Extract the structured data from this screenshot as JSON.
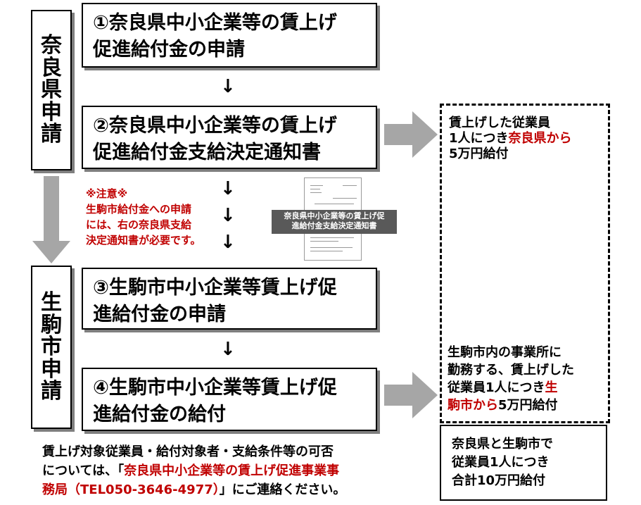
{
  "left_labels": {
    "nara": "奈良県申請",
    "ikoma": "生駒市申請"
  },
  "steps": {
    "step1": "①奈良県中小企業等の賃上げ\n促進給付金の申請",
    "step2": "②奈良県中小企業等の賃上げ\n促進給付金支給決定通知書",
    "step3": "③生駒市中小企業等賃上げ促\n進給付金の申請",
    "step4": "④生駒市中小企業等賃上げ促\n進給付金の給付"
  },
  "arrow_glyph": "↓",
  "note": {
    "title": "※注意※",
    "body": "生駒市給付金への申請\nには、右の奈良県支給\n決定通知書が必要です。"
  },
  "document_thumbnail": {
    "banner": "奈良県中小企業等の賃上げ促\n進給付金支給決定通知書"
  },
  "right_panel": {
    "block1": {
      "line1": "賃上げした従業員",
      "line2_pre": "1人につき",
      "line2_red": "奈良県から",
      "line3": "5万円給付"
    },
    "block2": {
      "line1": "生駒市内の事業所に",
      "line2": "勤務する、賃上げした",
      "line3_pre": "従業員1人につき",
      "line3_red": "生",
      "line4_red": "駒市から",
      "line4_post": "5万円給付"
    },
    "summary": {
      "line1": "奈良県と生駒市で",
      "line2": "従業員1人につき",
      "line3": "合計10万円給付"
    }
  },
  "footer": {
    "line1": "賃上げ対象従業員・給付対象者・支給条件等の可否",
    "line2_pre": "については、「",
    "line2_red": "奈良県中小企業等の賃上げ促進事業事",
    "line3_red": "務局（TEL050-3646-4977）",
    "line3_post": "」にご連絡ください。"
  },
  "colors": {
    "accent_red": "#c00000",
    "arrow_gray": "#a6a6a6",
    "banner_gray": "#595959",
    "shadow_gray": "#7f7f7f"
  }
}
